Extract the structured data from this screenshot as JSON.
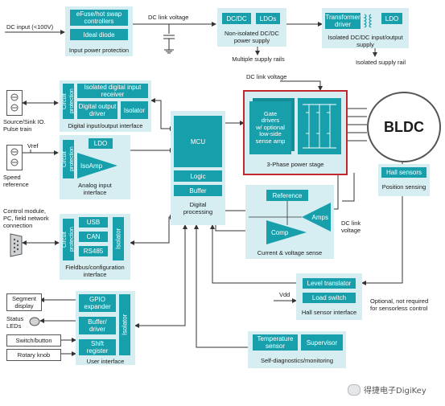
{
  "colors": {
    "panel": "#d6eef1",
    "block": "#17a0ac",
    "highlight": "#c0282d",
    "wire": "#333333"
  },
  "top": {
    "dc_input": "DC input (<100V)",
    "efuse": "eFuse/hot swap\ncontrollers",
    "ideal_diode": "Ideal diode",
    "input_power_protection": "Input power protection",
    "dc_link_voltage": "DC link voltage",
    "dcdc": "DC/DC",
    "ldos": "LDOs",
    "non_isolated_supply": "Non-isolated DC/DC\npower supply",
    "multiple_supply_rails": "Multiple supply rails",
    "transformer_driver": "Transformer\ndriver",
    "ldo": "LDO",
    "isolated_supply": "Isolated DC/DC input/output\nsupply",
    "isolated_supply_rail": "Isolated supply rail"
  },
  "left": {
    "source_sink": "Source/Sink IO.\nPulse train",
    "vref": "Vref",
    "speed_reference": "Speed\nreference",
    "control_module": "Control module,\nPC, field network\nconnection",
    "segment_display": "Segment\ndisplay",
    "status_leds": "Status\nLEDs",
    "switch_button": "Switch/button",
    "rotary_knob": "Rotary knob"
  },
  "dio": {
    "circuit_protection": "Circuit\nprotection",
    "isolated_input_receiver": "Isolated digital input\nreceiver",
    "digital_output_driver": "Digital output\ndriver",
    "isolator": "Isolator",
    "title": "Digital input/output interface"
  },
  "analog": {
    "circuit_protection": "Circuit\nprotection",
    "ldo": "LDO",
    "isoamp": "IsoAmp",
    "title": "Analog input\ninterface"
  },
  "fieldbus": {
    "circuit_protection": "Circuit\nprotection",
    "usb": "USB",
    "can": "CAN",
    "rs485": "RS485",
    "isolator": "Isolator",
    "title": "Fieldbus/configuration\ninterface"
  },
  "ui": {
    "gpio_expander": "GPIO\nexpander",
    "buffer_driver": "Buffer/\ndriver",
    "shift_register": "Shift\nregister",
    "isolator": "Isolator",
    "title": "User interface"
  },
  "dp": {
    "mcu": "MCU",
    "logic": "Logic",
    "buffer": "Buffer",
    "title": "Digital\nprocessing"
  },
  "power_stage": {
    "dc_link_voltage": "DC link voltage",
    "gate_drivers": "Gate\ndrivers\nw/ optional\nlow-side\nsense amp",
    "title": "3-Phase power stage"
  },
  "motor": {
    "label": "BLDC"
  },
  "hall": {
    "sensors": "Hall sensors",
    "title": "Position sensing"
  },
  "cvs": {
    "reference": "Reference",
    "amps": "Amps",
    "comp": "Comp",
    "title": "Current & voltage sense",
    "dc_link_voltage": "DC link\nvoltage"
  },
  "hsi": {
    "vdd": "Vdd",
    "level_translator": "Level translator",
    "load_switch": "Load switch",
    "title": "Hall sensor interface",
    "optional_note": "Optional, not required\nfor sensorless control"
  },
  "diag": {
    "temperature_sensor": "Temperature\nsensor",
    "supervisor": "Supervisor",
    "title": "Self-diagnostics/monitoring"
  },
  "watermark": {
    "text": "得捷电子DigiKey"
  }
}
